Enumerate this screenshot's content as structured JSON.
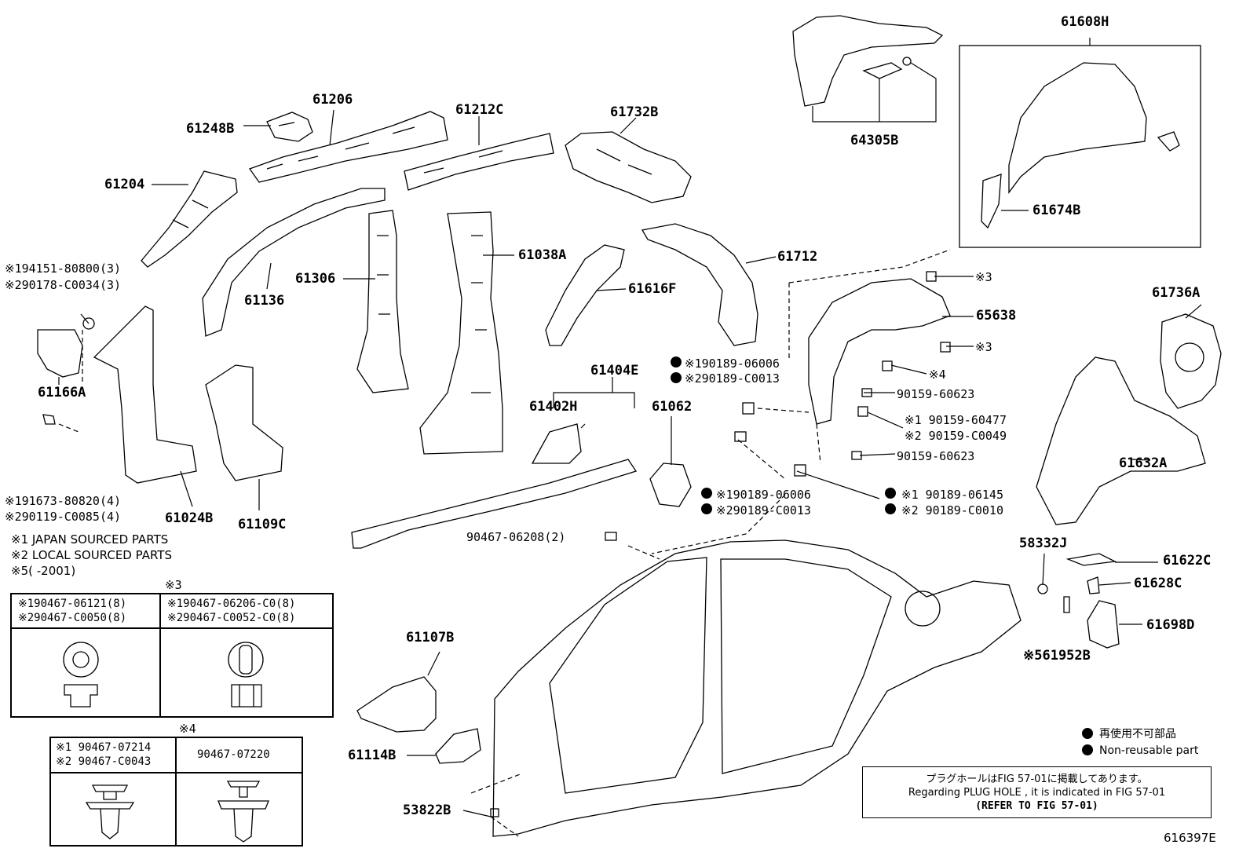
{
  "diagram_id": "616397E",
  "parts": {
    "p61206": "61206",
    "p61248B": "61248B",
    "p61212C": "61212C",
    "p61732B": "61732B",
    "p61204": "61204",
    "p61136": "61136",
    "p61306": "61306",
    "p61038A": "61038A",
    "p61616F": "61616F",
    "p61712": "61712",
    "p64305B": "64305B",
    "p61608H": "61608H",
    "p61674B": "61674B",
    "p61736A": "61736A",
    "p65638": "65638",
    "p61632A": "61632A",
    "p61166A": "61166A",
    "p61024B": "61024B",
    "p61109C": "61109C",
    "p61404E": "61404E",
    "p61402H": "61402H",
    "p61062": "61062",
    "p58332J": "58332J",
    "p61622C": "61622C",
    "p61628C": "61628C",
    "p61698D": "61698D",
    "p61952B": "※561952B",
    "p61107B": "61107B",
    "p61114B": "61114B",
    "p53822B": "53822B"
  },
  "fasteners": {
    "f1a": "※194151-80800(3)",
    "f1b": "※290178-C0034(3)",
    "f2a": "※191673-80820(4)",
    "f2b": "※290119-C0085(4)",
    "f3": "90467-06208(2)",
    "f4a": "※190189-06006",
    "f4b": "※290189-C0013",
    "f5a": "※190189-06006",
    "f5b": "※290189-C0013",
    "f6a": "※1 90189-06145",
    "f6b": "※2 90189-C0010",
    "f7": "90159-60623",
    "f8a": "※1 90159-60477",
    "f8b": "※2 90159-C0049",
    "f9": "90159-60623",
    "s3a": "※3",
    "s3b": "※3",
    "s4": "※4"
  },
  "notes": {
    "n1": "※1 JAPAN SOURCED PARTS",
    "n2": "※2 LOCAL SOURCED PARTS",
    "n3": "※5(      -2001)"
  },
  "table3": {
    "header": "※3",
    "c1a": "※190467-06121(8)",
    "c1b": "※290467-C0050(8)",
    "c2a": "※190467-06206-C0(8)",
    "c2b": "※290467-C0052-C0(8)"
  },
  "table4": {
    "header": "※4",
    "c1a": "※1 90467-07214",
    "c1b": "※2 90467-C0043",
    "c2": "90467-07220"
  },
  "legend": {
    "jp": "再使用不可部品",
    "en": "Non-reusable part"
  },
  "plug": {
    "l1": "プラグホールはFIG 57-01に掲載してあります。",
    "l2": "Regarding  PLUG  HOLE , it is indicated in FIG  57-01",
    "l3": "(REFER TO FIG 57-01)"
  }
}
